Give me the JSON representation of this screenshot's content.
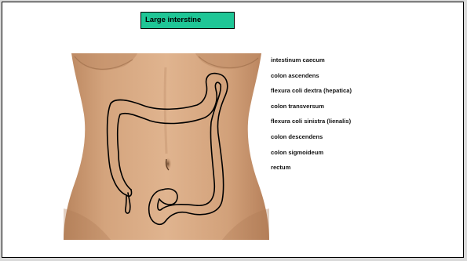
{
  "title": "Large interstine",
  "labels": [
    "intestinum caecum",
    "colon ascendens",
    "flexura coli dextra (hepatica)",
    "colon transversum",
    "flexura coli sinistra (lienalis)",
    "colon descendens",
    "colon sigmoideum",
    "rectum"
  ],
  "colors": {
    "title_background": "#1fc696",
    "skin": "#d9a57d",
    "outline": "#000000"
  }
}
